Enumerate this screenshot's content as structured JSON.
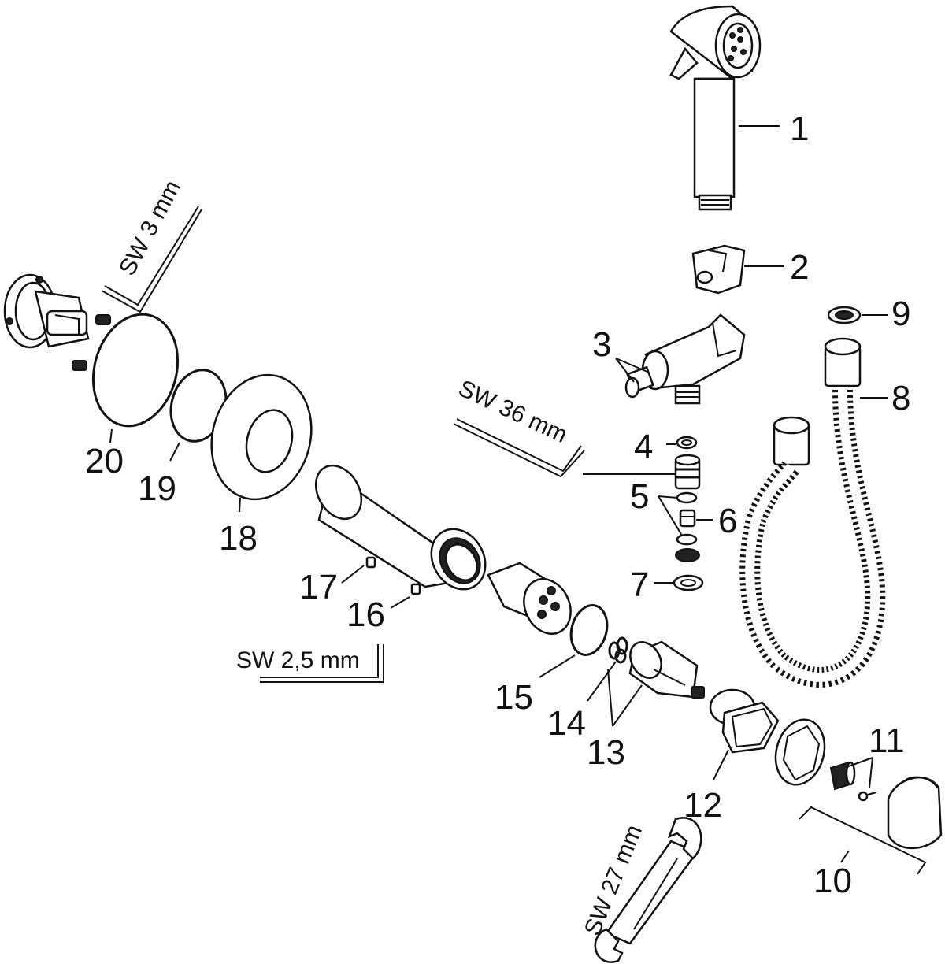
{
  "diagram": {
    "part_numbers": {
      "p1": "1",
      "p2": "2",
      "p3": "3",
      "p4": "4",
      "p5": "5",
      "p6": "6",
      "p7": "7",
      "p8": "8",
      "p9": "9",
      "p10": "10",
      "p11": "11",
      "p12": "12",
      "p13": "13",
      "p14": "14",
      "p15": "15",
      "p16": "16",
      "p17": "17",
      "p18": "18",
      "p19": "19",
      "p20": "20"
    },
    "tool_labels": {
      "sw3": "SW 3 mm",
      "sw36": "SW 36 mm",
      "sw25": "SW 2,5 mm",
      "sw27": "SW 27 mm"
    }
  }
}
